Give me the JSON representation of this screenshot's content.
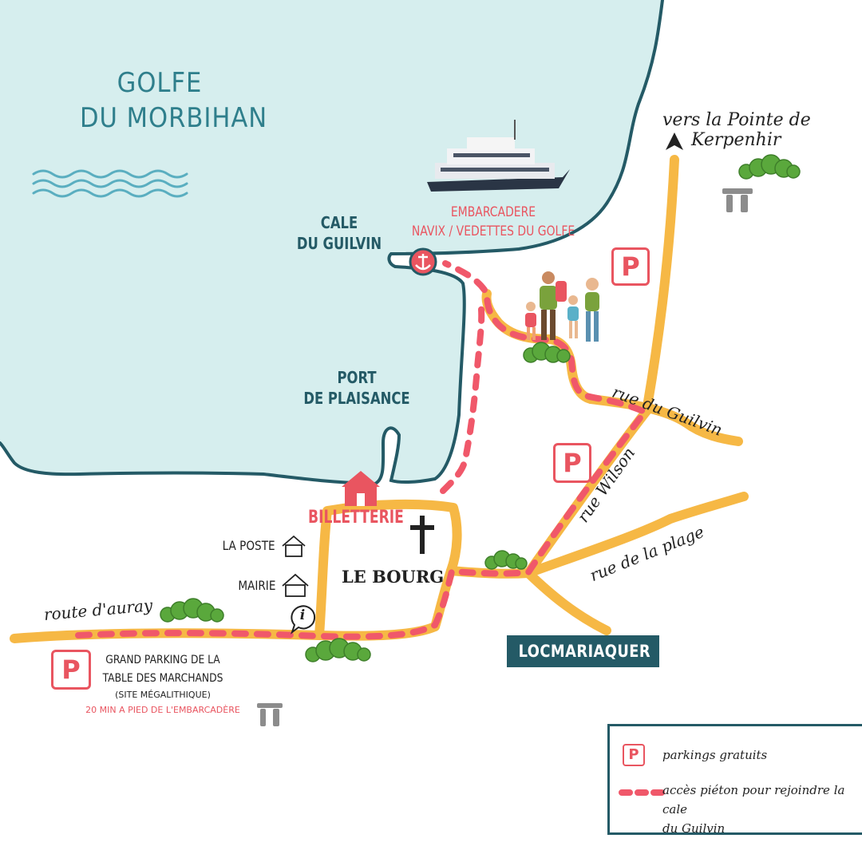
{
  "sea": {
    "title_line1": "GOLFE",
    "title_line2": "DU MORBIHAN"
  },
  "places": {
    "cale_line1": "CALE",
    "cale_line2": "DU GUILVIN",
    "embarcadere_line1": "EMBARCADERE",
    "embarcadere_line2": "NAVIX / VEDETTES DU GOLFE",
    "port_line1": "PORT",
    "port_line2": "DE PLAISANCE",
    "billetterie": "BILLETTERIE",
    "la_poste": "LA POSTE",
    "mairie": "MAIRIE",
    "le_bourg": "LE BOURG",
    "town": "LOCMARIAQUER"
  },
  "roads": {
    "route_auray": "route d'auray",
    "rue_guilvin": "rue du Guilvin",
    "rue_wilson": "rue Wilson",
    "rue_plage": "rue de la plage",
    "pointe_line1": "vers la Pointe de",
    "pointe_line2": "Kerpenhir"
  },
  "parking": {
    "line1": "GRAND PARKING DE LA",
    "line2": "TABLE DES MARCHANDS",
    "line3": "(SITE MÉGALITHIQUE)",
    "note": "20 MIN A PIED DE L'EMBARCADÈRE"
  },
  "legend": {
    "parking_label": "parkings gratuits",
    "path_label_line1": "accès piéton pour rejoindre la cale",
    "path_label_line2": "du Guilvin"
  },
  "symbols": {
    "parking": "P",
    "info": "i"
  },
  "icons": [
    "anchor-icon",
    "ferry-image",
    "hikers-image",
    "house-icon",
    "church-cross-icon",
    "info-icon",
    "megalith-icon",
    "bush-icon",
    "waves-icon",
    "north-arrow-icon"
  ],
  "colors": {
    "sea": "#d6eeee",
    "coast": "#245a66",
    "road": "#f6b845",
    "path": "#f0586a",
    "accent_red": "#e95560",
    "town_box": "#245a66"
  }
}
